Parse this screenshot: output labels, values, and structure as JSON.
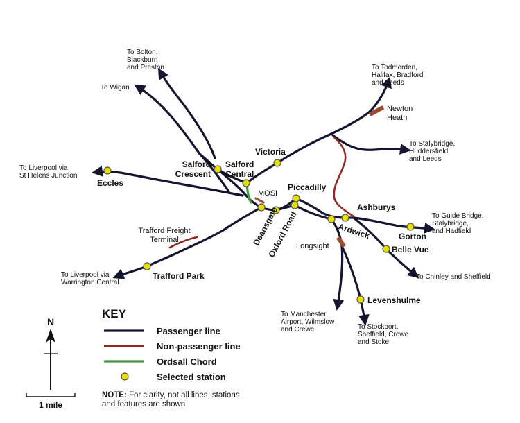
{
  "colors": {
    "passenger": "#151530",
    "non_passenger": "#8e2a22",
    "ordsall": "#3c9a3a",
    "station_fill": "#e6e000",
    "station_stroke": "#555555",
    "feature": "#9c4a32"
  },
  "stations": {
    "eccles": "Eccles",
    "salford_crescent": [
      "Salford",
      "Crescent"
    ],
    "salford_central": [
      "Salford",
      "Central"
    ],
    "victoria": "Victoria",
    "piccadilly": "Piccadilly",
    "deansgate": "Deansgate",
    "oxford_road": "Oxford Road",
    "ashburys": "Ashburys",
    "ardwick": "Ardwick",
    "gorton": "Gorton",
    "belle_vue": "Belle Vue",
    "levenshulme": "Levenshulme",
    "trafford_park": "Trafford Park"
  },
  "features": {
    "mosi": "MOSI",
    "newton_heath": [
      "Newton",
      "Heath"
    ],
    "longsight": "Longsight",
    "trafford_freight": [
      "Trafford Freight",
      "Terminal"
    ]
  },
  "destinations": {
    "bolton": [
      "To Bolton,",
      "Blackburn",
      "and Preston"
    ],
    "wigan": "To Wigan",
    "liverpool_st_helens": [
      "To Liverpool via",
      "St Helens Junction"
    ],
    "todmorden": [
      "To Todmorden,",
      "Halifax, Bradford",
      "and Leeds"
    ],
    "stalybridge": [
      "To Stalybridge,",
      "Huddersfield",
      "and Leeds"
    ],
    "guide_bridge": [
      "To Guide Bridge,",
      "Stalybridge,",
      "and Hadfield"
    ],
    "chinley": "To Chinley and Sheffield",
    "stockport": [
      "To Stockport,",
      "Sheffield, Crewe",
      "and Stoke"
    ],
    "airport": [
      "To Manchester",
      "Airport, Wilmslow",
      "and Crewe"
    ],
    "liverpool_warrington": [
      "To Liverpool via",
      "Warrington Central"
    ]
  },
  "key": {
    "title": "KEY",
    "passenger": "Passenger line",
    "non_passenger": "Non-passenger line",
    "ordsall": "Ordsall Chord",
    "station": "Selected station"
  },
  "note": {
    "label": "NOTE:",
    "line1": " For clarity, not all lines, stations",
    "line2": "and features are shown"
  },
  "north": "N",
  "scale": "1 mile"
}
